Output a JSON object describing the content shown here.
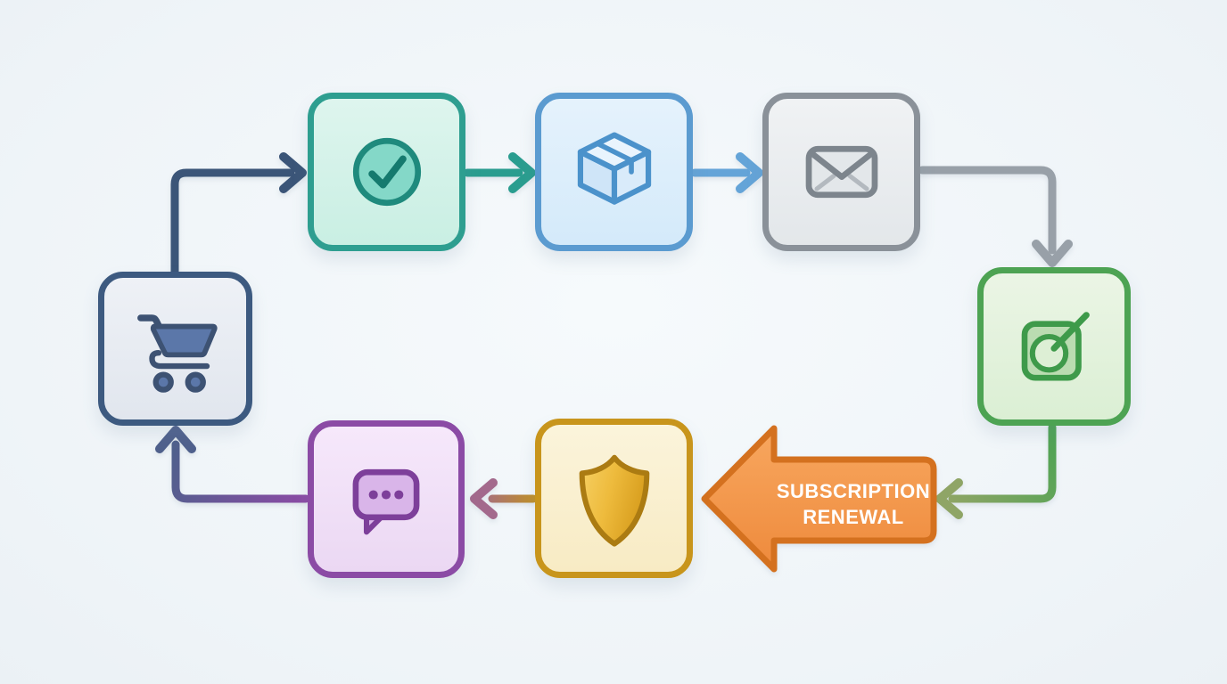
{
  "page": {
    "background": "#f1f6f9",
    "description": "Subscription renewal lifecycle flowchart loop of seven icon nodes connected by elbow arrows"
  },
  "banner": {
    "line1": "SUBSCRIPTION",
    "line2": "RENEWAL",
    "fill": "#f49c58",
    "border": "#d4711f",
    "text_color": "#ffffff",
    "direction": "left"
  },
  "nodes": [
    {
      "id": "cart",
      "icon": "shopping-cart-icon",
      "accent": "#3d5a80",
      "fill": "#e8ecf2",
      "position": "middle-left"
    },
    {
      "id": "check",
      "icon": "check-circle-icon",
      "accent": "#2e9e90",
      "fill": "#d4f2e9",
      "position": "top-row-1"
    },
    {
      "id": "package",
      "icon": "package-icon",
      "accent": "#5b9bd0",
      "fill": "#dceefb",
      "position": "top-row-2"
    },
    {
      "id": "envelope",
      "icon": "envelope-icon",
      "accent": "#8a9199",
      "fill": "#e9ecef",
      "position": "top-row-3"
    },
    {
      "id": "renewal",
      "icon": "renewal-dial-icon",
      "accent": "#4da353",
      "fill": "#e3f2dd",
      "position": "middle-right"
    },
    {
      "id": "shield",
      "icon": "shield-icon",
      "accent": "#c8951c",
      "fill": "#faf0d0",
      "position": "bottom-row-2"
    },
    {
      "id": "chat",
      "icon": "chat-bubble-icon",
      "accent": "#8b4ba5",
      "fill": "#f1e1f8",
      "position": "bottom-row-1"
    }
  ],
  "connectors": [
    {
      "from": "cart",
      "to": "check",
      "color_start": "#3b5578",
      "color_end": "#3b5578",
      "shape": "up-then-right"
    },
    {
      "from": "check",
      "to": "package",
      "color_start": "#2a9d8f",
      "color_end": "#2a9d8f",
      "shape": "right"
    },
    {
      "from": "package",
      "to": "envelope",
      "color_start": "#64a4d8",
      "color_end": "#64a4d8",
      "shape": "right"
    },
    {
      "from": "envelope",
      "to": "renewal",
      "color_start": "#98a0a8",
      "color_end": "#98a0a8",
      "shape": "right-then-down"
    },
    {
      "from": "renewal",
      "to": "banner",
      "color_start": "#4da353",
      "color_end": "#8fa566",
      "shape": "down-then-left"
    },
    {
      "from": "banner",
      "to": "shield",
      "color_start": "#f49c58",
      "color_end": "#f49c58",
      "shape": "left-banner-arrow"
    },
    {
      "from": "shield",
      "to": "chat",
      "color_start": "#bf8f2a",
      "color_end": "#a3698c",
      "shape": "left"
    },
    {
      "from": "chat",
      "to": "cart",
      "color_start": "#8b4ba5",
      "color_end": "#4f608c",
      "shape": "left-then-up"
    }
  ]
}
